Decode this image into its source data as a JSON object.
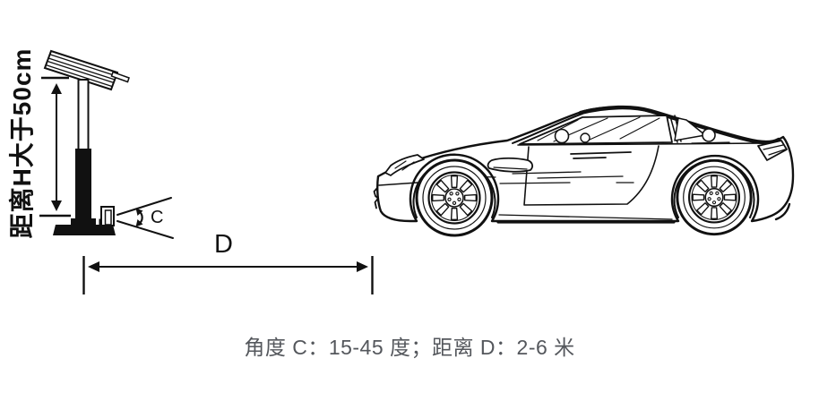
{
  "colors": {
    "line": "#111111",
    "label_text": "#111111",
    "caption_text": "#54575c",
    "background": "#ffffff"
  },
  "diagram": {
    "height_label": "距离H大于50cm",
    "angle_label": "C",
    "distance_label": "D",
    "caption": "角度 C：15-45 度；距离 D：2-6 米"
  },
  "icons": {
    "stand": "camera-pole-stand",
    "sensor": "roadside-sensor-unit",
    "rotation_arrow": "angle-rotation-arrow",
    "height_arrow": "vertical-double-arrow",
    "distance_arrow": "horizontal-double-arrow",
    "car": "sports-car-side-view"
  }
}
